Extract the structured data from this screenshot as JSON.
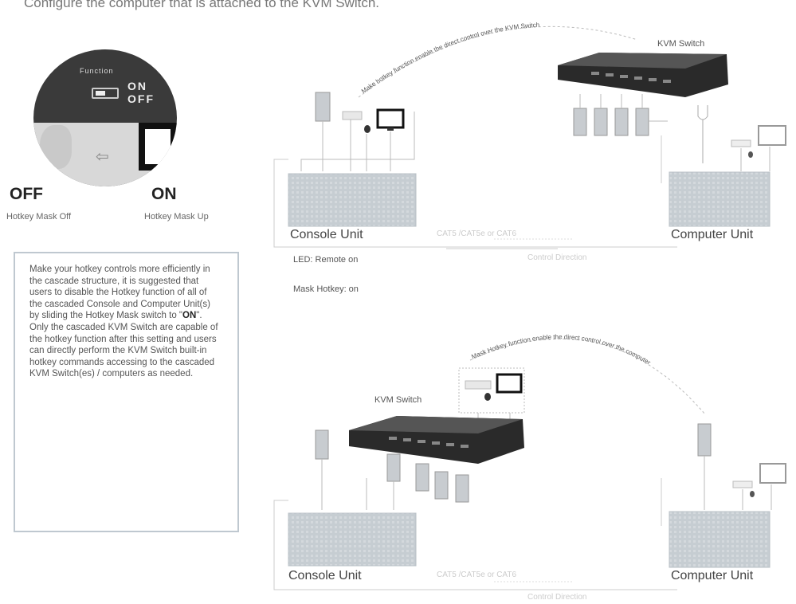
{
  "heading": "Configure the computer that is attached to the KVM Switch.",
  "hotkey_photo": {
    "small_label": "Function",
    "big_label": "ON OFF"
  },
  "states": {
    "off": {
      "title": "OFF",
      "caption": "Hotkey Mask Off"
    },
    "on": {
      "title": "ON",
      "caption": "Hotkey Mask Up"
    }
  },
  "note": {
    "before": "Make your hotkey controls more efficiently in the cascade structure, it is suggested that users to disable the Hotkey function of all of the cascaded Console and Computer Unit(s) by sliding the Hotkey Mask switch to \"",
    "emphasis": "ON",
    "after": "\". Only the cascaded KVM Switch are capable of the hotkey function after this setting and users can directly perform the KVM Switch built-in hotkey commands accessing to the cascaded KVM Switch(es) / computers as needed."
  },
  "top_diagram": {
    "arc_text": "Make hotkey function enable the direct control over the KVM Switch",
    "kvm_label": "KVM Switch",
    "console_label": "Console Unit",
    "computer_label": "Computer Unit",
    "cable_label": "CAT5 /CAT5e or CAT6",
    "signal_label": "Control Direction",
    "led_text": "LED: Remote on",
    "mask_text": "Mask Hotkey: on"
  },
  "bottom_diagram": {
    "arc_text": "Mask Hotkey function enable the direct control over the computer",
    "kvm_label": "KVM Switch",
    "console_label": "Console Unit",
    "computer_label": "Computer Unit",
    "cable_label": "CAT5 /CAT5e or CAT6",
    "signal_label": "Control Direction"
  }
}
